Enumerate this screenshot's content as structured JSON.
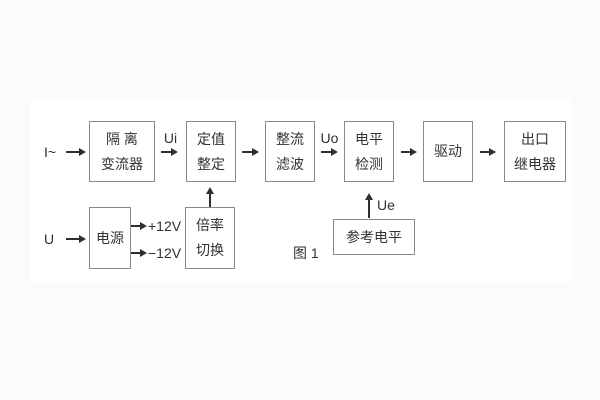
{
  "diagram": {
    "caption": "图 1",
    "colors": {
      "box_border": "#8a8a8a",
      "line": "#2f2f2f",
      "text": "#333333",
      "background_outer": "#fbfbfb",
      "background_inner": "#ffffff"
    },
    "blocks": {
      "isolation_transformer": {
        "line1": "隔 离",
        "line2": "变流器"
      },
      "setpoint_adjust": {
        "line1": "定值",
        "line2": "整定"
      },
      "rectify_filter": {
        "line1": "整流",
        "line2": "滤波"
      },
      "level_detect": {
        "line1": "电平",
        "line2": "检测"
      },
      "drive": {
        "line1": "驱动"
      },
      "output_relay": {
        "line1": "出口",
        "line2": "继电器"
      },
      "power_supply": {
        "line1": "电源"
      },
      "ratio_switch": {
        "line1": "倍率",
        "line2": "切换"
      },
      "reference_level": {
        "line1": "参考电平"
      }
    },
    "signal_labels": {
      "input_current": "I~",
      "input_voltage": "U",
      "ui": "Ui",
      "uo": "Uo",
      "ue": "Ue",
      "plus_12v": "+12V",
      "minus_12v": "−12V"
    }
  }
}
